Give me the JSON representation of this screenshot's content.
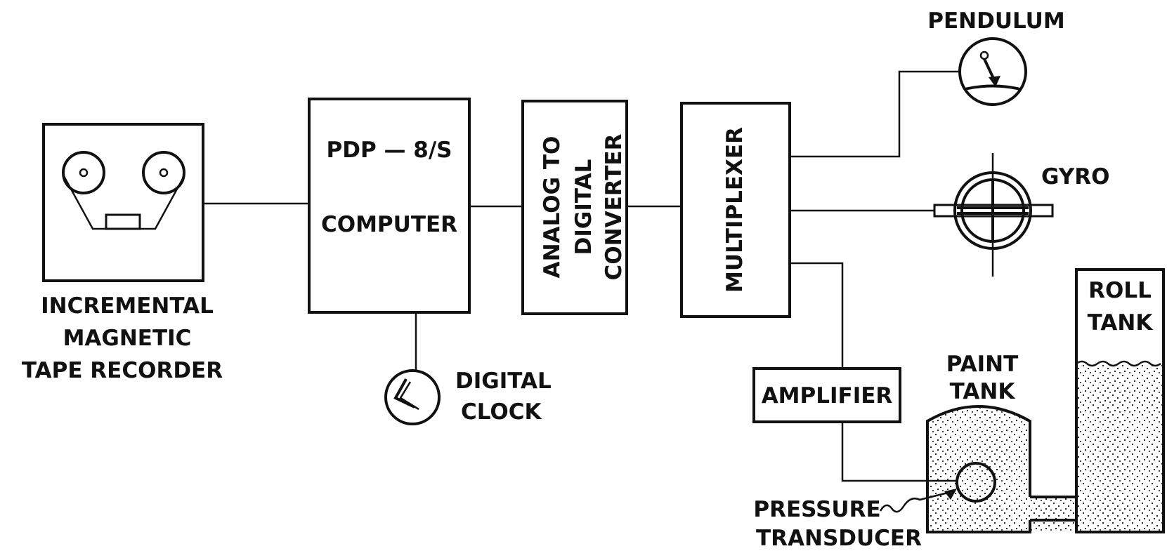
{
  "labels": {
    "tape_recorder": [
      "INCREMENTAL",
      "MAGNETIC",
      "TAPE RECORDER"
    ],
    "computer_model": "PDP — 8/S",
    "computer": "COMPUTER",
    "adc": [
      "ANALOG TO",
      "DIGITAL",
      "CONVERTER"
    ],
    "multiplexer": "MULTIPLEXER",
    "pendulum": "PENDULUM",
    "gyro": "GYRO",
    "digital_clock": [
      "DIGITAL",
      "CLOCK"
    ],
    "amplifier": "AMPLIFIER",
    "paint_tank": [
      "PAINT",
      "TANK"
    ],
    "roll_tank": [
      "ROLL",
      "TANK"
    ],
    "pressure_transducer": [
      "PRESSURE",
      "TRANSDUCER"
    ]
  },
  "colors": {
    "ink": "#111111",
    "paper": "#ffffff"
  }
}
